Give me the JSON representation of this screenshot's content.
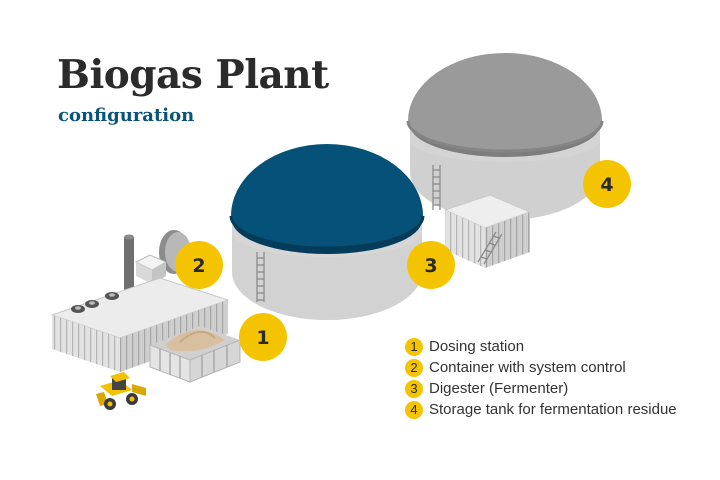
{
  "title": "Biogas Plant",
  "subtitle": "configuration",
  "colors": {
    "badge": "#f5c400",
    "digester_roof": "#065178",
    "storage_roof": "#9a9a9a",
    "tank_wall": "#d6d6d6"
  },
  "badges": [
    "1",
    "2",
    "3",
    "4"
  ],
  "legend": [
    {
      "number": "1",
      "label": "Dosing station"
    },
    {
      "number": "2",
      "label": "Container with system control"
    },
    {
      "number": "3",
      "label": "Digester (Fermenter)"
    },
    {
      "number": "4",
      "label": "Storage tank for fermentation residue"
    }
  ]
}
